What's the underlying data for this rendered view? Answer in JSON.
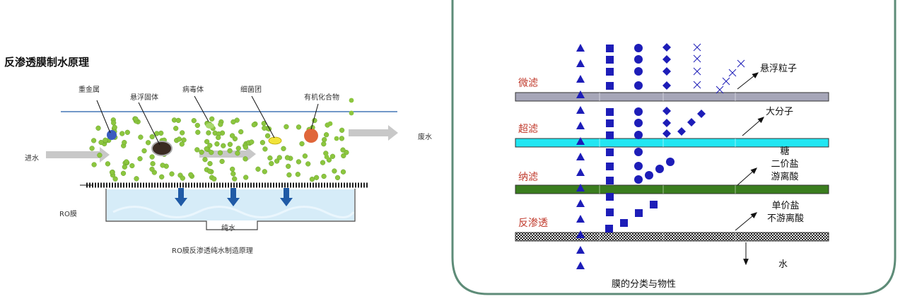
{
  "left_diagram": {
    "title": "反渗透膜制水原理",
    "labels": {
      "heavy_metal": "重金属",
      "suspended_solids": "悬浮固体",
      "virus": "病毒体",
      "bacteria": "细菌团",
      "organic": "有机化合物",
      "waste_water": "废水",
      "inlet_water": "进水",
      "ro_membrane": "RO膜",
      "pure_water": "纯水"
    },
    "caption": "RO膜反渗透纯水制造原理",
    "colors": {
      "particle": "#8cc63f",
      "heavy_metal": "#3a5bbf",
      "suspended": "#3b2b22",
      "virus": "#a9d86e",
      "bacteria": "#f2e33a",
      "organic": "#e0663a",
      "arrow": "#c8c8c8",
      "water": "#cfe8f6",
      "flow_arrow": "#1f5aa6"
    }
  },
  "right_diagram": {
    "membranes": [
      "微滤",
      "超滤",
      "纳滤",
      "反渗透"
    ],
    "membrane_colors": [
      "#a6a6b8",
      "#22e6f2",
      "#3a7d1e",
      "#2a2a2a"
    ],
    "rejected": [
      [
        "悬浮粒子"
      ],
      [
        "大分子"
      ],
      [
        "糖",
        "二价盐",
        "游离酸"
      ],
      [
        "单价盐",
        "不游离酸"
      ]
    ],
    "water_label": "水",
    "caption": "膜的分类与物性",
    "colors": {
      "marker": "#1d1db8",
      "label": "#c0392b",
      "frame": "#5e8c78"
    }
  }
}
